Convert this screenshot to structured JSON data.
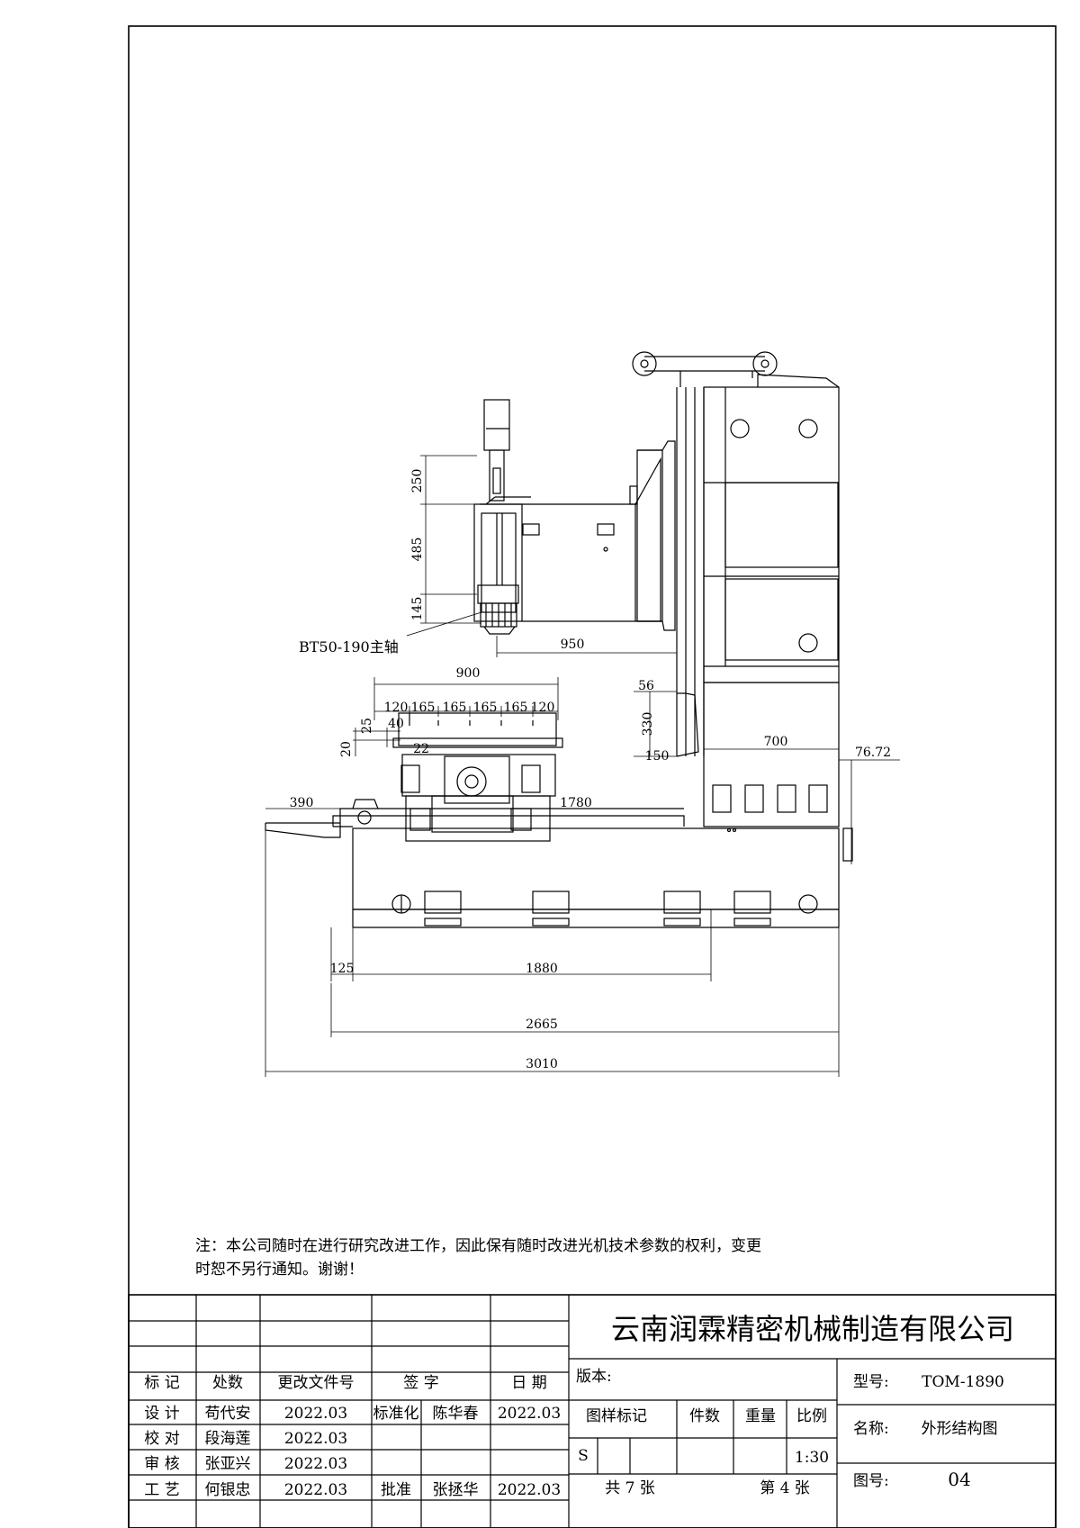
{
  "dimensions": {
    "d250": "250",
    "d485": "485",
    "d145": "145",
    "d950": "950",
    "d900": "900",
    "d120a": "120",
    "d165a": "165",
    "d165b": "165",
    "d165c": "165",
    "d165d": "165",
    "d120b": "120",
    "d25": "25",
    "d40": "40",
    "d20": "20",
    "d22": "22",
    "d56": "56",
    "d330": "330",
    "d150": "150",
    "d700": "700",
    "d7672": "76.72",
    "d390": "390",
    "d1780": "1780",
    "d125": "125",
    "d1880": "1880",
    "d2665": "2665",
    "d3010": "3010"
  },
  "labels": {
    "spindle": "BT50-190主轴"
  },
  "note": {
    "line1": "注：本公司随时在进行研究改进工作，因此保有随时改进光机技术参数的权利，变更",
    "line2": "时恕不另行通知。谢谢！"
  },
  "title_block": {
    "company": "云南润霖精密机械制造有限公司",
    "headers": {
      "mark": "标 记",
      "count": "处数",
      "change_doc": "更改文件号",
      "sign": "签 字",
      "date": "日 期"
    },
    "rows": [
      {
        "role": "设 计",
        "name": "苟代安",
        "date": "2022.03"
      },
      {
        "role": "校 对",
        "name": "段海莲",
        "date": "2022.03"
      },
      {
        "role": "审 核",
        "name": "张亚兴",
        "date": "2022.03"
      },
      {
        "role": "工 艺",
        "name": "何银忠",
        "date": "2022.03"
      }
    ],
    "standardize": {
      "label": "标准化",
      "name": "陈华春",
      "date": "2022.03"
    },
    "approve": {
      "label": "批准",
      "name": "张拯华",
      "date": "2022.03"
    },
    "version_label": "版本:",
    "drawing_mark": "图样标记",
    "pieces": "件数",
    "weight": "重量",
    "scale_label": "比例",
    "stage": "S",
    "scale": "1:30",
    "sheets_total": "共 7 张",
    "sheet_no": "第 4 张",
    "model_label": "型号:",
    "model": "TOM-1890",
    "name_label": "名称:",
    "name": "外形结构图",
    "drawing_no_label": "图号:",
    "drawing_no": "04"
  }
}
